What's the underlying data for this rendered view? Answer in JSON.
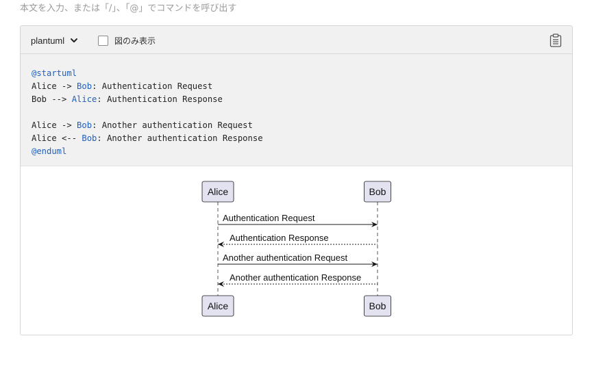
{
  "placeholder": "本文を入力、または「/」、「@」でコマンドを呼び出す",
  "toolbar": {
    "language": "plantuml",
    "diagram_only_label": "図のみ表示",
    "diagram_only_checked": false,
    "copy_icon": "clipboard-icon",
    "dropdown_icon": "chevron-down-icon"
  },
  "code": {
    "lines": [
      {
        "parts": [
          {
            "text": "@startuml",
            "kw": true
          }
        ]
      },
      {
        "parts": [
          {
            "text": "Alice -> ",
            "kw": false
          },
          {
            "text": "Bob",
            "kw": true
          },
          {
            "text": ": Authentication Request",
            "kw": false
          }
        ]
      },
      {
        "parts": [
          {
            "text": "Bob --> ",
            "kw": false
          },
          {
            "text": "Alice",
            "kw": true
          },
          {
            "text": ": Authentication Response",
            "kw": false
          }
        ]
      },
      {
        "parts": [
          {
            "text": "",
            "kw": false
          }
        ]
      },
      {
        "parts": [
          {
            "text": "Alice -> ",
            "kw": false
          },
          {
            "text": "Bob",
            "kw": true
          },
          {
            "text": ": Another authentication Request",
            "kw": false
          }
        ]
      },
      {
        "parts": [
          {
            "text": "Alice <-- ",
            "kw": false
          },
          {
            "text": "Bob",
            "kw": true
          },
          {
            "text": ": Another authentication Response",
            "kw": false
          }
        ]
      },
      {
        "parts": [
          {
            "text": "@enduml",
            "kw": true
          }
        ]
      }
    ]
  },
  "diagram": {
    "participants": [
      "Alice",
      "Bob"
    ],
    "messages": [
      {
        "label": "Authentication Request",
        "direction": "right",
        "style": "solid"
      },
      {
        "label": "Authentication Response",
        "direction": "left",
        "style": "dotted"
      },
      {
        "label": "Another authentication Request",
        "direction": "right",
        "style": "solid"
      },
      {
        "label": "Another authentication Response",
        "direction": "left",
        "style": "dotted"
      }
    ]
  },
  "colors": {
    "keyword": "#1f5fbf",
    "participant_fill": "#e2e2f0",
    "participant_stroke": "#181818"
  }
}
